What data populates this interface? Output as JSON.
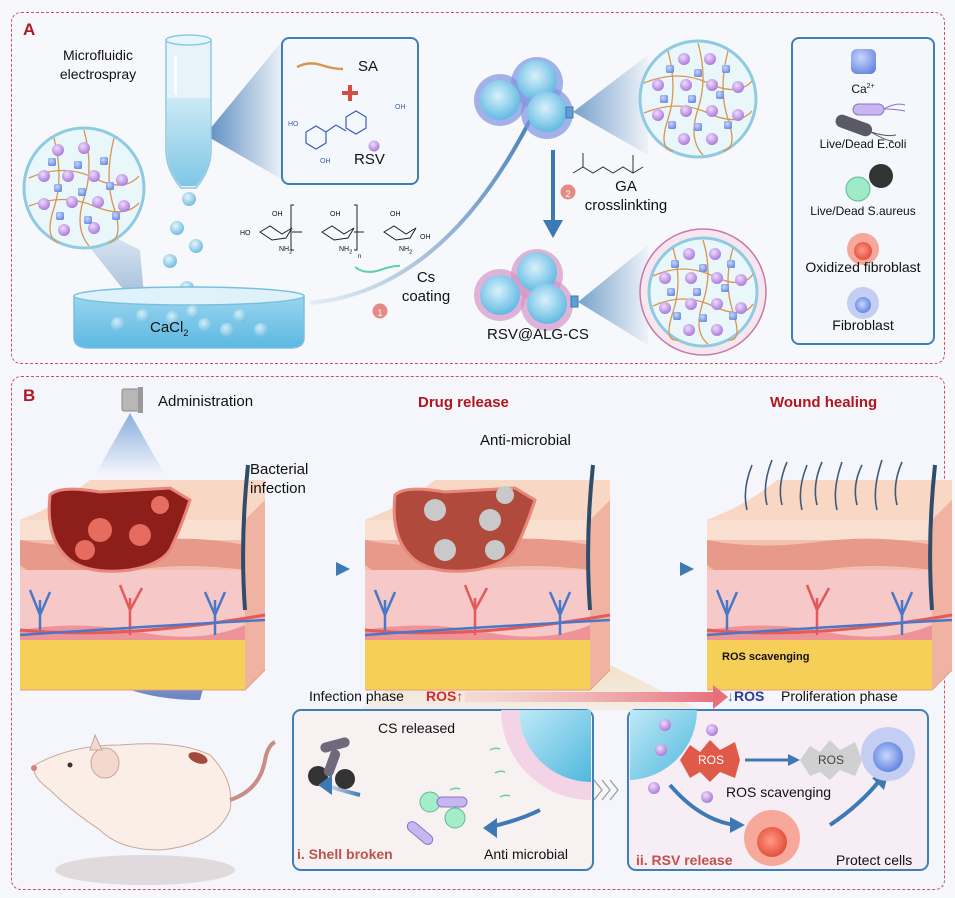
{
  "panel_a": {
    "label": "A",
    "electrospray_label_line1": "Microfluidic",
    "electrospray_label_line2": "electrospray",
    "components": {
      "sa_label": "SA",
      "plus": "+",
      "rsv_label": "RSV",
      "oh": "OH",
      "ho": "HO"
    },
    "bath_label": "CaCl",
    "bath_sub": "2",
    "chitosan": {
      "oh": "OH",
      "ho": "HO",
      "nh2": "NH",
      "nh2_sub": "2",
      "repeat": "n"
    },
    "step1": {
      "number": "1",
      "line1": "Cs",
      "line2": "coating"
    },
    "step2": {
      "number": "2",
      "line1": "GA",
      "line2": "crosslinkting"
    },
    "product_label": "RSV@ALG-CS",
    "legend": [
      {
        "icon": "calcium-ion-icon",
        "label": "Ca",
        "sup": "2+"
      },
      {
        "icon": "ecoli-icon",
        "label": "Live/Dead E.coli"
      },
      {
        "icon": "saureus-icon",
        "label": "Live/Dead S.aureus"
      },
      {
        "icon": "oxidized-fibroblast-icon",
        "label": "Oxidized fibroblast"
      },
      {
        "icon": "fibroblast-icon",
        "label": "Fibroblast"
      }
    ]
  },
  "panel_b": {
    "label": "B",
    "administration": "Administration",
    "infection_line1": "Bacterial",
    "infection_line2": "infection",
    "drug_release_title": "Drug release",
    "anti_microbial": "Anti-microbial",
    "wound_healing_title": "Wound healing",
    "ros_scavenging_top": "ROS scavenging",
    "ros": "ROS",
    "phase_bar": {
      "infection_phase": "Infection phase",
      "ros_up": "ROS",
      "up_arrow": "↑",
      "down_arrow": "↓",
      "ros_down": "ROS",
      "proliferation_phase": "Proliferation phase"
    },
    "box_i": {
      "cs_released": "CS released",
      "anti_microbial": "Anti microbial",
      "title": "i. Shell broken"
    },
    "box_ii": {
      "ros_scavenging": "ROS scavenging",
      "protect_cells": "Protect cells",
      "title": "ii. RSV release"
    }
  },
  "colors": {
    "panel_border": "#c9545c",
    "title_red": "#b0161e",
    "box_blue": "#3f7fb8",
    "rsv_purple": "#b98be0",
    "ca_blue": "#6f8fe0",
    "sa_orange": "#d9954f",
    "cs_green": "#5fd0a8"
  }
}
